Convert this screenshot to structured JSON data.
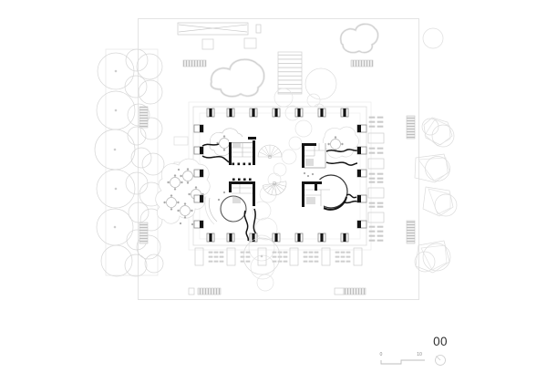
{
  "document": {
    "type": "architectural-floor-plan",
    "floor_label": "00"
  },
  "scale_bar": {
    "start_label": "0",
    "end_label": "10"
  },
  "icons": {
    "north_indicator": "north-indicator-icon"
  },
  "colors": {
    "ink": "#141414",
    "wall_gray": "#8a8a8a",
    "line_light": "#cccccc",
    "line_faint": "#e3e3e3",
    "hatch_stripe": "#bdbdbd",
    "hatch_fill": "#ececec",
    "label_text": "#2f2f2f"
  }
}
